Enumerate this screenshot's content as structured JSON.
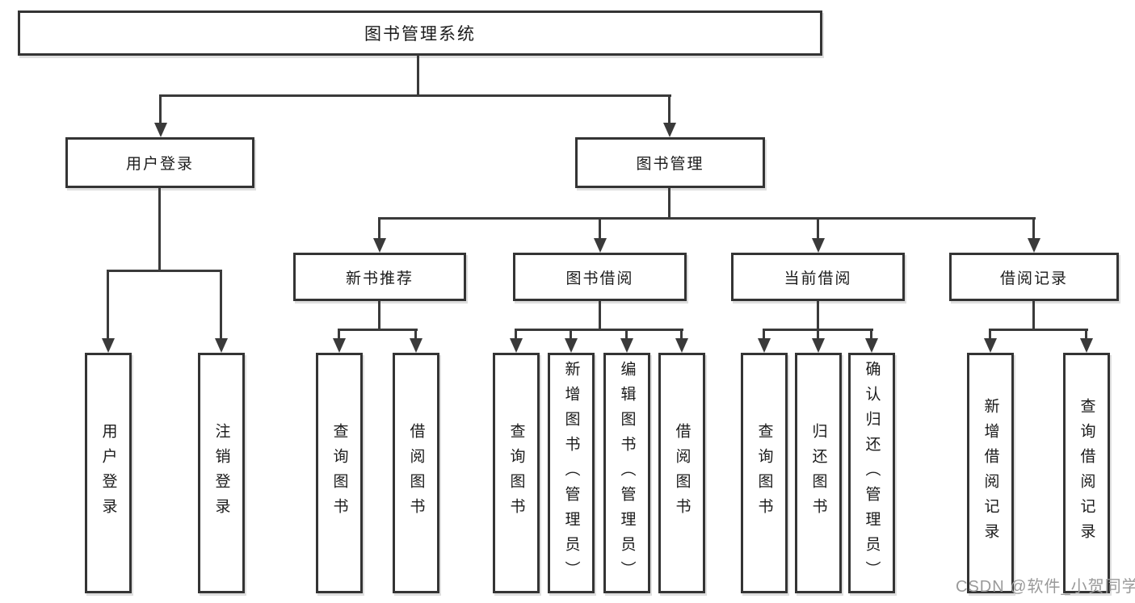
{
  "diagram": {
    "root": {
      "label": "图书管理系统"
    },
    "branches": [
      {
        "label": "用户登录",
        "children": [
          {
            "label": "用户登录"
          },
          {
            "label": "注销登录"
          }
        ]
      },
      {
        "label": "图书管理",
        "children": [
          {
            "label": "新书推荐",
            "children": [
              {
                "label": "查询图书"
              },
              {
                "label": "借阅图书"
              }
            ]
          },
          {
            "label": "图书借阅",
            "children": [
              {
                "label": "查询图书"
              },
              {
                "label": "新增图书（管理员）"
              },
              {
                "label": "编辑图书（管理员）"
              },
              {
                "label": "借阅图书"
              }
            ]
          },
          {
            "label": "当前借阅",
            "children": [
              {
                "label": "查询图书"
              },
              {
                "label": "归还图书"
              },
              {
                "label": "确认归还（管理员）"
              }
            ]
          },
          {
            "label": "借阅记录",
            "children": [
              {
                "label": "新增借阅记录"
              },
              {
                "label": "查询借阅记录"
              }
            ]
          }
        ]
      }
    ]
  },
  "watermark": {
    "text": "CSDN @软件_小贺同学"
  },
  "colors": {
    "line": "#3a3a3a",
    "border": "#343434",
    "text": "#1b1b1b",
    "watermark": "#9a9a9a",
    "background": "#ffffff"
  }
}
